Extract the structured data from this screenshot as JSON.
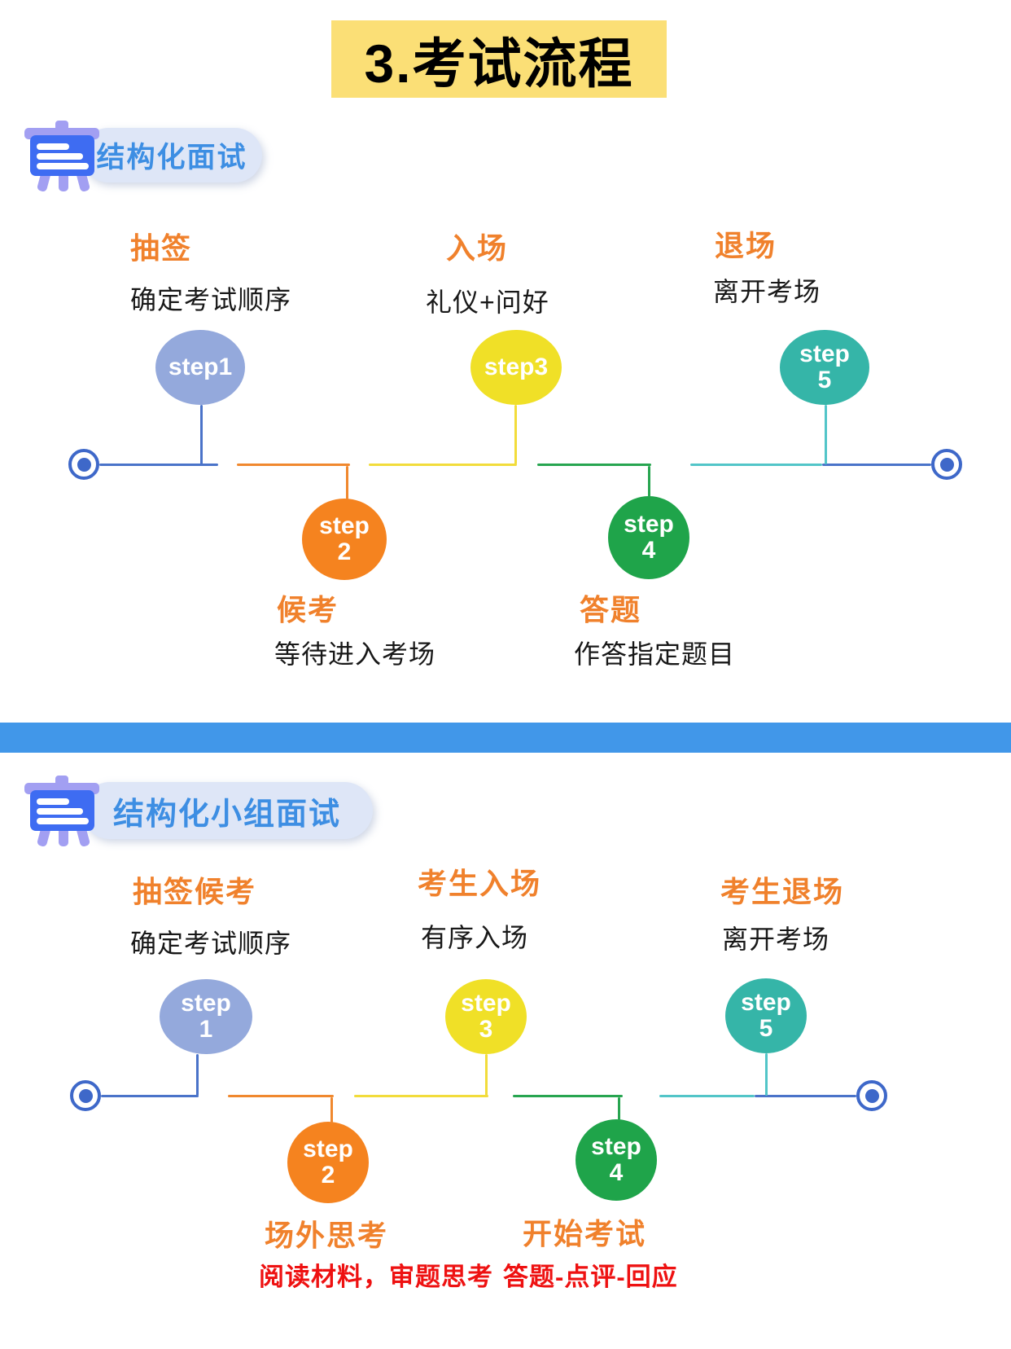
{
  "title": {
    "text": "3.考试流程",
    "highlight_color": "#FBDF76"
  },
  "colors": {
    "orange_label": "#F0812C",
    "red_desc": "#EE1111",
    "black_desc": "#181818",
    "header_text_blue": "#3D8EE3",
    "header_pill_bg": "#DEE6F7",
    "divider_blue": "#4197E9",
    "step1_blue": "#94A9DC",
    "step2_orange": "#F5831F",
    "step3_yellow": "#F0E027",
    "step4_green": "#1FA44A",
    "step5_teal": "#35B5A8",
    "timeline_terminal_blue": "#3E68C9",
    "board_icon_blue": "#3E6CF2",
    "board_icon_purple": "#A29FF2"
  },
  "sections": [
    {
      "header": "结构化面试",
      "steps": [
        {
          "label": "抽签",
          "desc": "确定考试顺序",
          "circle_line1": "step1",
          "circle_line2": ""
        },
        {
          "label": "候考",
          "desc": "等待进入考场",
          "circle_line1": "step",
          "circle_line2": "2"
        },
        {
          "label": "入场",
          "desc": "礼仪+问好",
          "circle_line1": "step3",
          "circle_line2": ""
        },
        {
          "label": "答题",
          "desc": "作答指定题目",
          "circle_line1": "step",
          "circle_line2": "4"
        },
        {
          "label": "退场",
          "desc": "离开考场",
          "circle_line1": "step",
          "circle_line2": "5"
        }
      ]
    },
    {
      "header": "结构化小组面试",
      "steps": [
        {
          "label": "抽签候考",
          "desc": "确定考试顺序",
          "circle_line1": "step",
          "circle_line2": "1"
        },
        {
          "label": "场外思考",
          "desc": "阅读材料，审题思考",
          "circle_line1": "step",
          "circle_line2": "2"
        },
        {
          "label": "考生入场",
          "desc": "有序入场",
          "circle_line1": "step",
          "circle_line2": "3"
        },
        {
          "label": "开始考试",
          "desc": "答题-点评-回应",
          "circle_line1": "step",
          "circle_line2": "4"
        },
        {
          "label": "考生退场",
          "desc": "离开考场",
          "circle_line1": "step",
          "circle_line2": "5"
        }
      ]
    }
  ]
}
